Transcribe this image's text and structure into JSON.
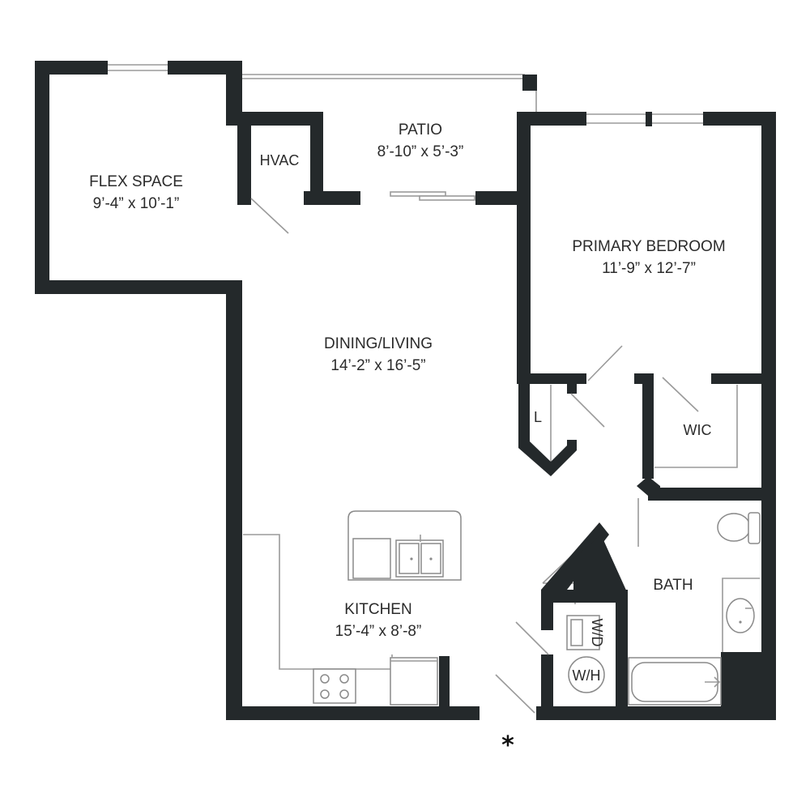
{
  "rooms": {
    "flex_space": {
      "name": "FLEX SPACE",
      "size": "9’-4” x 10’-1”"
    },
    "hvac": {
      "name": "HVAC"
    },
    "patio": {
      "name": "PATIO",
      "size": "8’-10” x 5’-3”"
    },
    "primary_bedroom": {
      "name": "PRIMARY BEDROOM",
      "size": "11’-9” x 12’-7”"
    },
    "dining_living": {
      "name": "DINING/LIVING",
      "size": "14’-2” x 16’-5”"
    },
    "linen": {
      "name": "L"
    },
    "wic": {
      "name": "WIC"
    },
    "bath": {
      "name": "BATH"
    },
    "kitchen": {
      "name": "KITCHEN",
      "size": "15’-4” x 8’-8”"
    },
    "washer_dryer": {
      "name": "W/D"
    },
    "water_heater": {
      "name": "W/H"
    }
  },
  "entry_marker": "*",
  "colors": {
    "wall": "#24292b",
    "line": "#9a9a9a",
    "background": "#ffffff"
  }
}
